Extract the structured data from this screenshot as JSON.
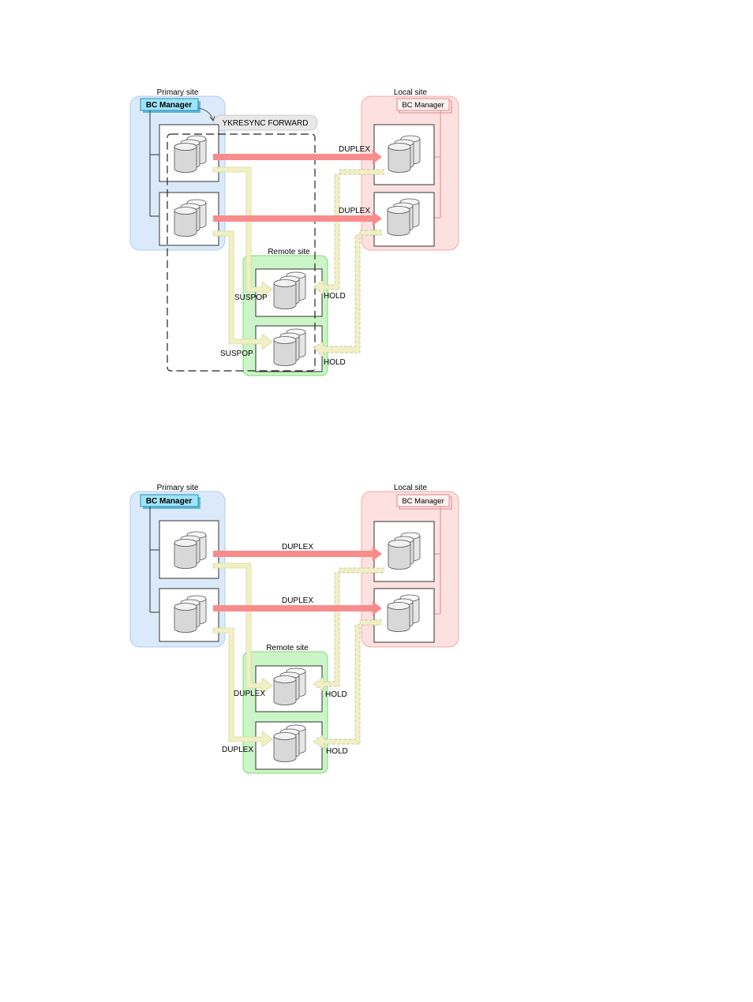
{
  "colors": {
    "primary_fill": "#dbeafb",
    "primary_stroke": "#a9cdf0",
    "local_fill": "#fde0e0",
    "local_stroke": "#f4a9a9",
    "remote_fill": "#cbf5c7",
    "remote_stroke": "#7edb74",
    "pair_arrow": "#f88c8c",
    "copy_arrow": "#f1f0c4",
    "copy_arrow_edge": "#d9d7a0",
    "bc_fill": "#9fe3f7"
  },
  "diagram1": {
    "primary_site": "Primary site",
    "local_site": "Local site",
    "remote_site": "Remote site",
    "bc_manager_primary": "BC Manager",
    "bc_manager_local": "BC Manager",
    "command": "YKRESYNC FORWARD",
    "pair1_status": "DUPLEX",
    "pair2_status": "DUPLEX",
    "remote1_status": "SUSPOP",
    "remote2_status": "SUSPOP",
    "hold1_status": "HOLD",
    "hold2_status": "HOLD"
  },
  "diagram2": {
    "primary_site": "Primary site",
    "local_site": "Local site",
    "remote_site": "Remote site",
    "bc_manager_primary": "BC Manager",
    "bc_manager_local": "BC Manager",
    "pair1_status": "DUPLEX",
    "pair2_status": "DUPLEX",
    "remote1_status": "DUPLEX",
    "remote2_status": "DUPLEX",
    "hold1_status": "HOLD",
    "hold2_status": "HOLD"
  }
}
